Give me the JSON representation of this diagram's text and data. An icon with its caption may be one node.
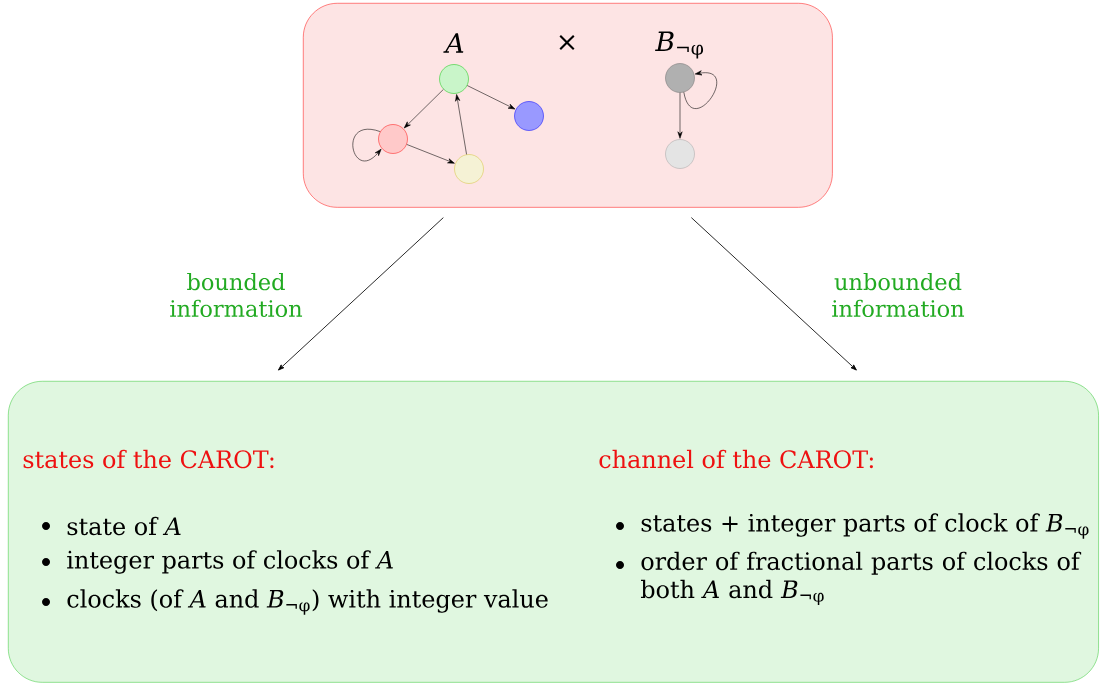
{
  "diagram": {
    "nodes": [
      {
        "text": [
          "A",
          "×",
          "*B*$_{¬φ}$"
        ]
      },
      {
        "text": [],
        "shape": "circle",
        "in": 0
      },
      {
        "text": [],
        "shape": "circle",
        "in": 0
      },
      {
        "text": [],
        "shape": "circle",
        "in": 0
      },
      {
        "text": [],
        "shape": "circle",
        "in": 0
      },
      {
        "text": [],
        "shape": "circle",
        "in": 0
      },
      {
        "text": [],
        "shape": "circle",
        "in": 0
      },
      {
        "text": [
          "states of the CAROT:",
          "state of *A*",
          "integer parts of clocks of *A*",
          "clocks (of *A* and *B*$_{¬φ}$) with integer value",
          "channel of the CAROT:",
          "states + integer parts of clock of *B*$_{¬φ}$",
          "order of fractional parts of clocks of both *A* and *B*$_{¬φ}$"
        ]
      }
    ],
    "edges": [
      {
        "from": 1,
        "to": 2,
        "arrow": "to"
      },
      {
        "from": 1,
        "to": 4,
        "arrow": "to"
      },
      {
        "from": 2,
        "to": 2,
        "arrow": "to"
      },
      {
        "from": 2,
        "to": 3,
        "arrow": "to"
      },
      {
        "from": 3,
        "to": 1,
        "arrow": "to"
      },
      {
        "from": 5,
        "to": 5,
        "arrow": "to"
      },
      {
        "from": 5,
        "to": 6,
        "arrow": "to"
      },
      {
        "from": 0,
        "to": 7,
        "arrow": "to",
        "label": "bounded information"
      },
      {
        "from": 0,
        "to": 7,
        "arrow": "to",
        "label": "unbounded information"
      }
    ]
  }
}
